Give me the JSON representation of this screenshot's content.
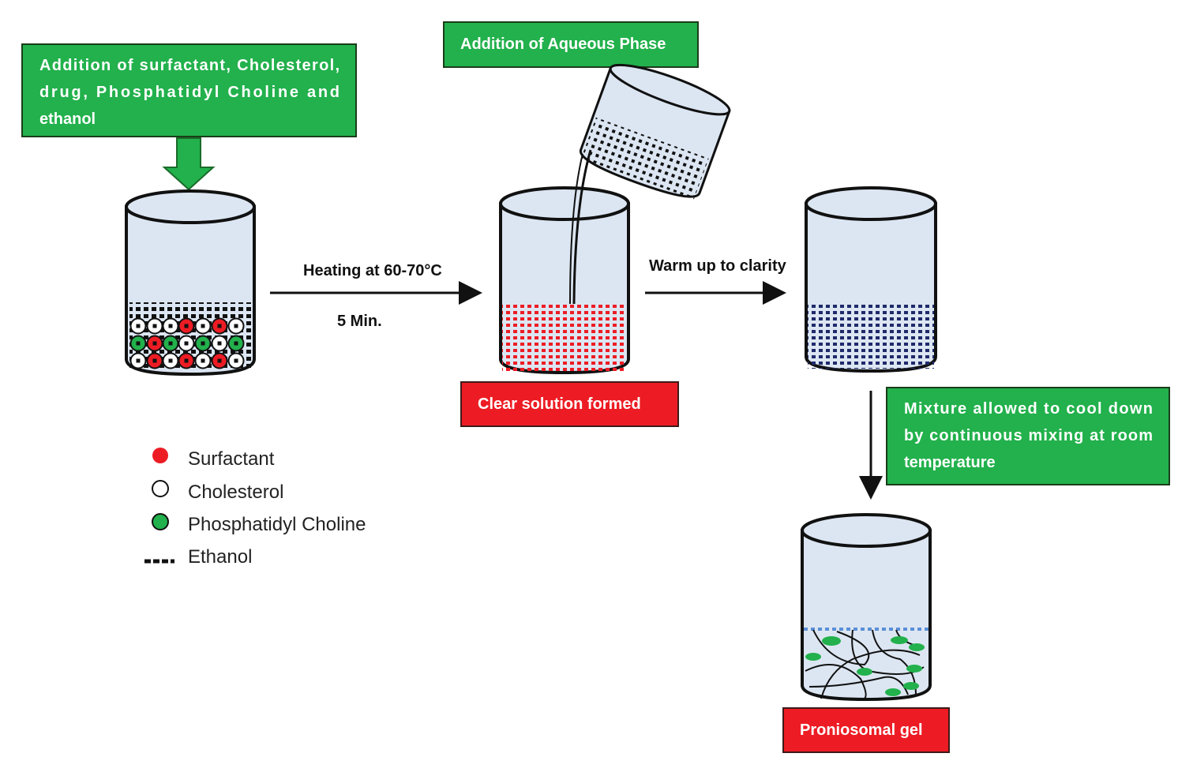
{
  "steps": {
    "step1_box": {
      "lines": [
        "Addition  of  surfactant,  Cholesterol,",
        "drug,    Phosphatidyl    Choline    and",
        "ethanol"
      ]
    },
    "step2_box": "Addition of Aqueous Phase",
    "heating_label": "Heating at 60-70°C",
    "heating_time": "5 Min.",
    "clear_solution_box": "Clear solution formed",
    "warm_label": "Warm up to clarity",
    "cool_box": {
      "lines": [
        "Mixture  allowed  to  cool  down",
        "by  continuous  mixing  at  room",
        "temperature"
      ]
    },
    "final_box": "Proniosomal gel"
  },
  "legend": [
    {
      "label": "Surfactant",
      "symbol": "red-filled-circle"
    },
    {
      "label": "Cholesterol",
      "symbol": "white-open-circle"
    },
    {
      "label": "Phosphatidyl Choline",
      "symbol": "green-filled-circle"
    },
    {
      "label": "Ethanol",
      "symbol": "dashed-line"
    }
  ],
  "beaker1_particles": [
    [
      "cholesterol",
      "cholesterol",
      "cholesterol",
      "surfactant",
      "cholesterol",
      "surfactant",
      "cholesterol"
    ],
    [
      "phosphatidyl-choline",
      "surfactant",
      "phosphatidyl-choline",
      "cholesterol",
      "phosphatidyl-choline",
      "cholesterol",
      "phosphatidyl-choline"
    ],
    [
      "cholesterol",
      "surfactant",
      "cholesterol",
      "surfactant",
      "cholesterol",
      "surfactant",
      "cholesterol"
    ]
  ],
  "colors": {
    "green_box": "#22b14c",
    "red_box": "#ed1c24",
    "surfactant": "#ed1c24",
    "cholesterol": "#ffffff",
    "phosphatidyl-choline": "#22b14c",
    "beaker_fill": "#dce6f2",
    "clear_solution_dots": "#ed1c24",
    "warm_dots": "#1f2a6b",
    "gel_line": "#5b8fd6"
  }
}
